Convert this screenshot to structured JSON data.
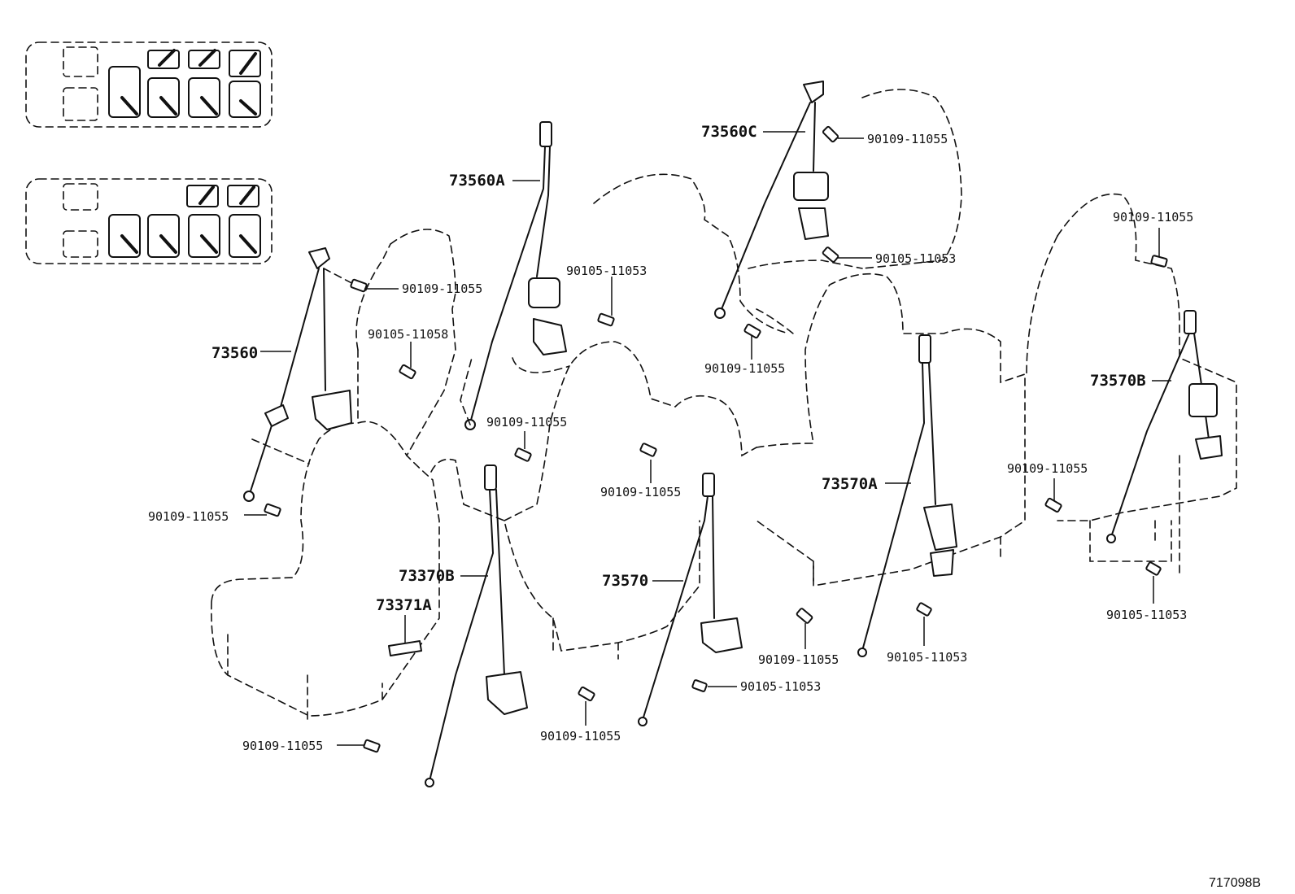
{
  "callouts": {
    "c73560": "73560",
    "c73560A": "73560A",
    "c73560C": "73560C",
    "c73570B": "73570B",
    "c73570A": "73570A",
    "c73370B": "73370B",
    "c73371A": "73371A",
    "c73570": "73570"
  },
  "bolts": {
    "b1": "90109-11055",
    "b2": "90105-11058",
    "b3": "90109-11055",
    "b4": "90105-11053",
    "b5": "90109-11055",
    "b6": "90109-11055",
    "b7": "90105-11053",
    "b8": "90109-11055",
    "b9": "90109-11055",
    "b10": "90109-11055",
    "b11": "90109-11055",
    "b12": "90109-11055",
    "b13": "90105-11053",
    "b14": "90109-11055",
    "b15": "90105-11053",
    "b16": "90105-11053",
    "b17": "90109-11055"
  },
  "reference_code": "717098B"
}
